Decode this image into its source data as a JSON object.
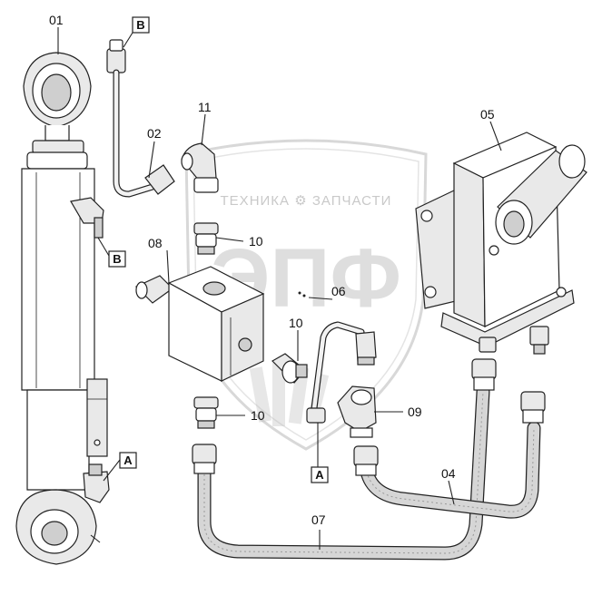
{
  "watermark": {
    "brand_text": "ТЕХНИКА ⚙ ЗАПЧАСТИ",
    "logo_text": "ЭПФ"
  },
  "parts": [
    {
      "id": "01"
    },
    {
      "id": "02"
    },
    {
      "id": "04"
    },
    {
      "id": "05"
    },
    {
      "id": "06"
    },
    {
      "id": "07"
    },
    {
      "id": "08"
    },
    {
      "id": "09"
    },
    {
      "id": "10"
    },
    {
      "id": "11"
    }
  ],
  "labels": {
    "p01": "01",
    "p02": "02",
    "p04": "04",
    "p05": "05",
    "p06": "06",
    "p07": "07",
    "p08": "08",
    "p09": "09",
    "p10a": "10",
    "p10b": "10",
    "p10c": "10",
    "p11": "11"
  },
  "connection_markers": {
    "b_top": "B",
    "b_side": "B",
    "a_side": "A",
    "a_center": "A"
  }
}
